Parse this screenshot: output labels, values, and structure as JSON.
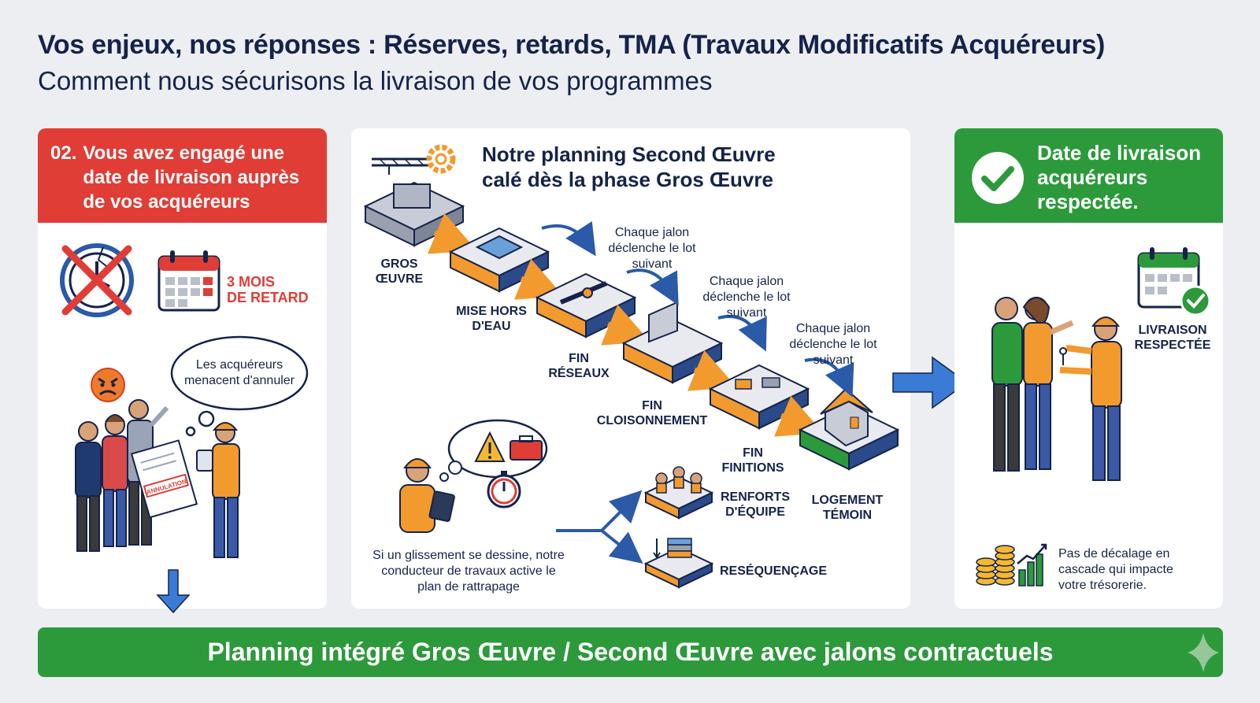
{
  "header": {
    "title": "Vos enjeux, nos réponses : Réserves, retards, TMA (Travaux Modificatifs Acquéreurs)",
    "subtitle": "Comment nous sécurisons la livraison de vos programmes"
  },
  "left_panel": {
    "number": "02.",
    "heading": "Vous avez engagé une date de livraison auprès de vos acquéreurs",
    "delay_line1": "3 MOIS",
    "delay_line2": "DE RETARD",
    "bubble": "Les acquéreurs menacent d'annuler",
    "stamp": "ANNULATION"
  },
  "middle_panel": {
    "heading_line1": "Notre planning Second Œuvre",
    "heading_line2": "calé dès la phase Gros Œuvre",
    "steps": [
      {
        "line1": "GROS",
        "line2": "ŒUVRE"
      },
      {
        "line1": "MISE HORS",
        "line2": "D'EAU"
      },
      {
        "line1": "FIN",
        "line2": "RÉSEAUX"
      },
      {
        "line1": "FIN",
        "line2": "CLOISONNEMENT"
      },
      {
        "line1": "FIN",
        "line2": "FINITIONS"
      },
      {
        "line1": "LOGEMENT",
        "line2": "TÉMOIN"
      }
    ],
    "milestone_note": "Chaque jalon déclenche le lot suivant",
    "slip_note": "Si un glissement se dessine, notre conducteur de travaux active le plan de rattrapage",
    "option1_line1": "RENFORTS",
    "option1_line2": "D'ÉQUIPE",
    "option2": "RESÉQUENÇAGE"
  },
  "right_panel": {
    "heading": "Date de livraison acquéreurs respectée.",
    "status_line1": "LIVRAISON",
    "status_line2": "RESPECTÉE",
    "note": "Pas de décalage en cascade qui impacte votre trésorerie."
  },
  "banner": {
    "text": "Planning intégré Gros Œuvre / Second Œuvre avec jalons contractuels"
  },
  "colors": {
    "red": "#e03d37",
    "green": "#2c9a3b",
    "navy": "#15234a",
    "orange": "#f29a2e",
    "blue": "#3a7bd5"
  },
  "icons": [
    "broken-clock-icon",
    "calendar-icon",
    "angry-face-icon",
    "crane-gear-icon",
    "warning-icon",
    "toolbox-icon",
    "stopwatch-icon",
    "checkmark-icon",
    "coins-chart-icon",
    "arrow-icon"
  ]
}
